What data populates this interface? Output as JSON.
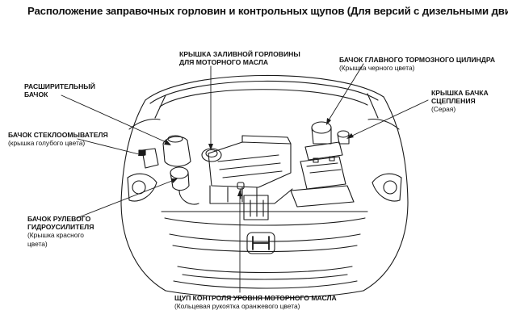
{
  "title": "Расположение заправочных горловин и контрольных щупов (Для версий с дизельными двигателями)",
  "callouts": {
    "oil_cap": {
      "line1": "КРЫШКА ЗАЛИВНОЙ ГОРЛОВИНЫ",
      "line2": "ДЛЯ МОТОРНОГО МАСЛА"
    },
    "brake_reservoir": {
      "line1": "БАЧОК ГЛАВНОГО ТОРМОЗНОГО ЦИЛИНДРА",
      "note": "(Крышка черного цвета)"
    },
    "clutch_reservoir": {
      "line1": "КРЫШКА БАЧКА",
      "line2": "СЦЕПЛЕНИЯ",
      "note": "(Серая)"
    },
    "expansion_tank": {
      "line1": "РАСШИРИТЕЛЬНЫЙ",
      "line2": "БАЧОК"
    },
    "washer_reservoir": {
      "line1": "БАЧОК СТЕКЛООМЫВАТЕЛЯ",
      "note": "(крышка голубого цвета)"
    },
    "power_steering": {
      "line1": "БАЧОК РУЛЕВОГО",
      "line2": "ГИДРОУСИЛИТЕЛЯ",
      "note1": "(Крышка красного",
      "note2": "цвета)"
    },
    "dipstick": {
      "line1": "ЩУП КОНТРОЛЯ УРОВНЯ МОТОРНОГО МАСЛА",
      "note": "(Кольцевая рукоятка оранжевого цвета)"
    }
  }
}
